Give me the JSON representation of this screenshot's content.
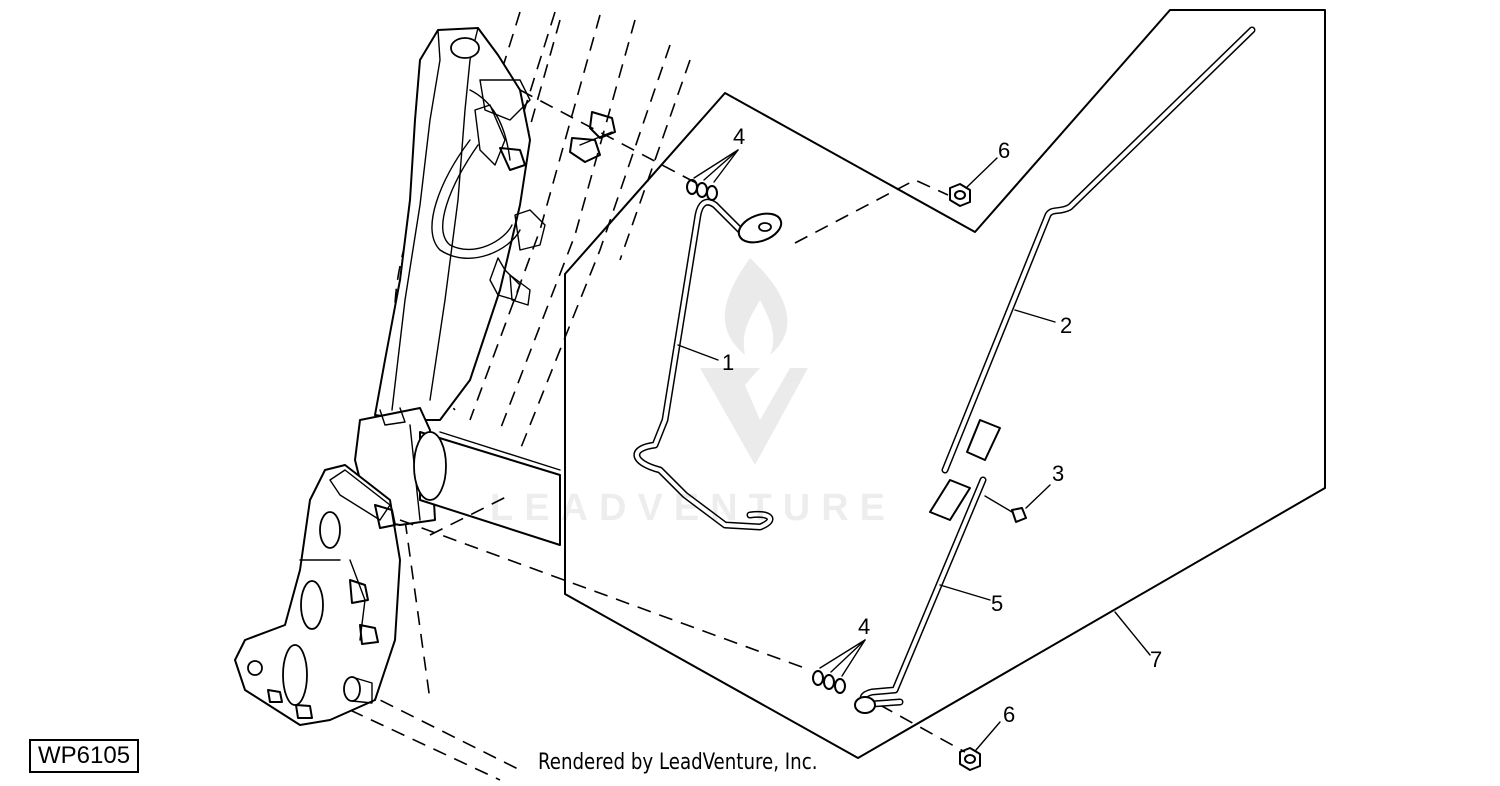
{
  "figure_id": "WP6105",
  "credit": "Rendered by LeadVenture, Inc.",
  "watermark": "LEADVENTURE",
  "callouts": [
    {
      "name": "callout-1",
      "text": "1"
    },
    {
      "name": "callout-2",
      "text": "2"
    },
    {
      "name": "callout-3",
      "text": "3"
    },
    {
      "name": "callout-4-top",
      "text": "4"
    },
    {
      "name": "callout-4-bottom",
      "text": "4"
    },
    {
      "name": "callout-5",
      "text": "5"
    },
    {
      "name": "callout-6-top",
      "text": "6"
    },
    {
      "name": "callout-6-bottom",
      "text": "6"
    },
    {
      "name": "callout-7",
      "text": "7"
    }
  ],
  "colors": {
    "line": "#000000",
    "background": "#ffffff",
    "watermark": "#e6e6e6"
  }
}
